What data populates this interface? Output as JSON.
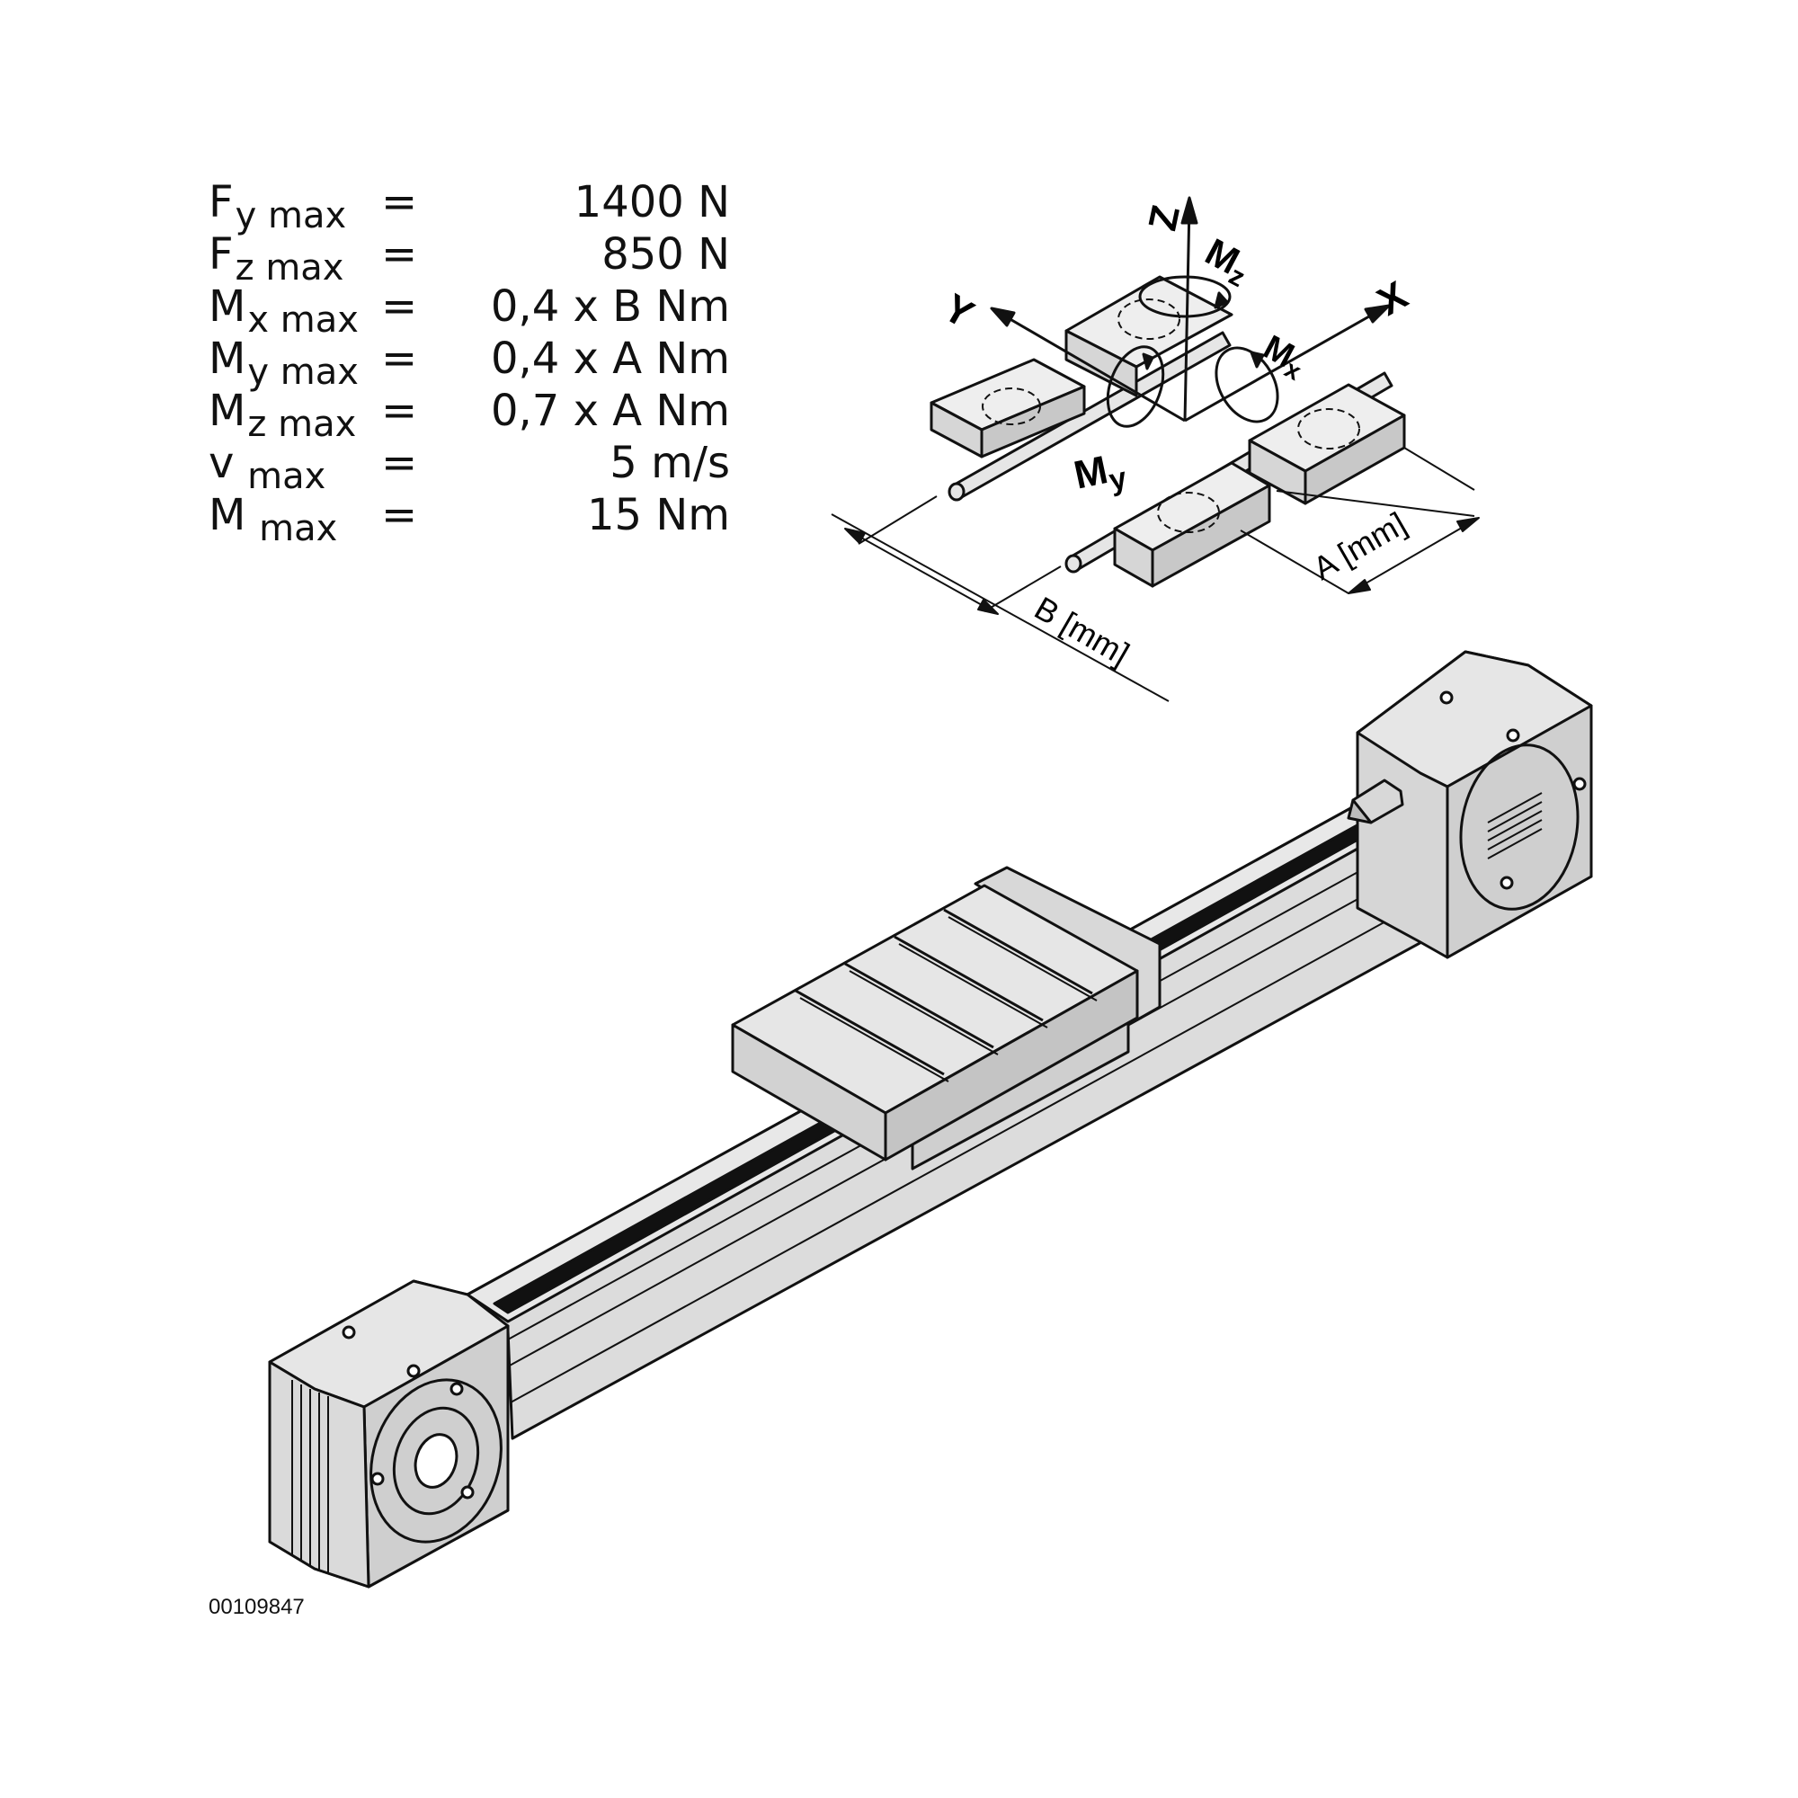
{
  "specs": [
    {
      "symbol": "F",
      "sub": "y max",
      "eq": "=",
      "value": "1400 N"
    },
    {
      "symbol": "F",
      "sub": "z max",
      "eq": "=",
      "value": "850 N"
    },
    {
      "symbol": "M",
      "sub": "x max",
      "eq": "=",
      "value": "0,4 x B Nm"
    },
    {
      "symbol": "M",
      "sub": "y max",
      "eq": "=",
      "value": "0,4 x A Nm"
    },
    {
      "symbol": "M",
      "sub": "z max",
      "eq": "=",
      "value": "0,7 x A Nm"
    },
    {
      "symbol": "v",
      "sub": " max",
      "eq": "=",
      "value": "5 m/s"
    },
    {
      "symbol": "M",
      "sub": " max",
      "eq": "=",
      "value": "15 Nm"
    }
  ],
  "axes": {
    "x": "X",
    "y": "Y",
    "z": "Z",
    "mx": {
      "main": "M",
      "sub": "x"
    },
    "my": {
      "main": "M",
      "sub": "y"
    },
    "mz": {
      "main": "M",
      "sub": "z"
    }
  },
  "dimensions": {
    "a": "A [mm]",
    "b": "B [mm]"
  },
  "figure_id": "00109847",
  "colors": {
    "part_light": "#e4e4e4",
    "part_mid": "#cfcfcf",
    "part_dark": "#bdbdbd",
    "belt": "#111111",
    "line": "#111111"
  }
}
